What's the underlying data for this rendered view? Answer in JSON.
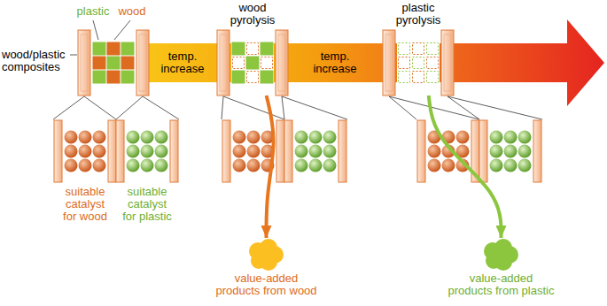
{
  "diagram": {
    "nodes": [
      {
        "text": [
          "wood pyrolysis"
        ]
      },
      {
        "text": [
          "plastic pyrolysis"
        ]
      },
      {
        "text": [
          "suitable catalyst for wood"
        ]
      },
      {
        "text": [
          "suitable catalyst for plastic"
        ]
      },
      {
        "text": [
          "value-added products from wood"
        ]
      },
      {
        "text": [
          "value-added products from plastic"
        ]
      }
    ],
    "edges": [
      {
        "from": 0,
        "to": 4,
        "arrow": "to"
      },
      {
        "from": 1,
        "to": 5,
        "arrow": "to"
      }
    ],
    "labels": [
      "plastic",
      "wood",
      "wood/plastic composites",
      "temp. increase",
      "temp. increase"
    ]
  }
}
